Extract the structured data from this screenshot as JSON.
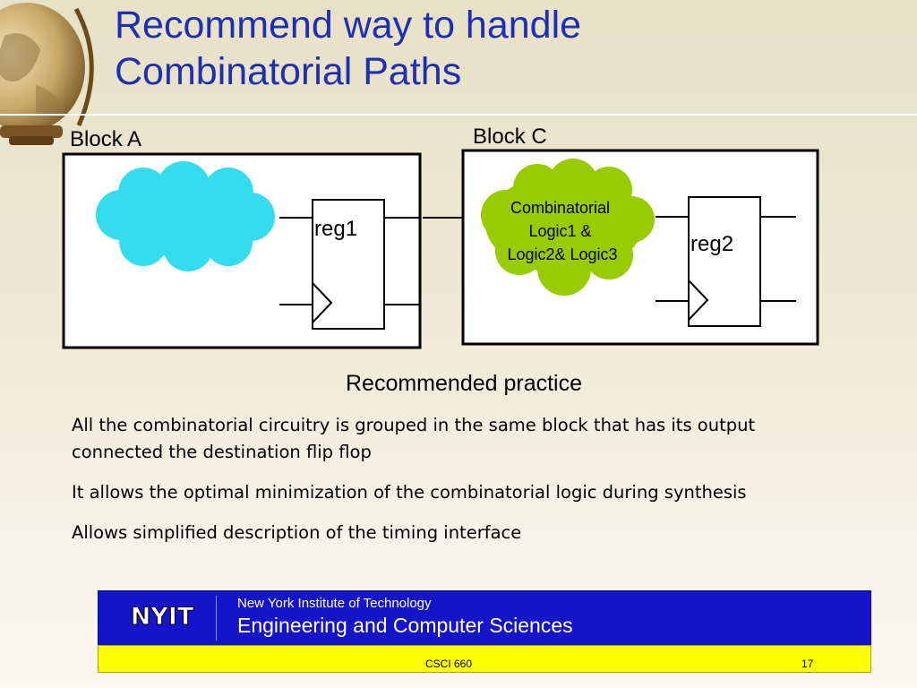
{
  "slide": {
    "title_line1": "Recommend way to handle",
    "title_line2": "Combinatorial Paths",
    "caption": "Recommended practice",
    "bullets": [
      "All the combinatorial circuitry is grouped in the same block that has its output connected the destination flip flop",
      "It allows the optimal minimization of the combinatorial logic during synthesis",
      "Allows simplified description of the timing interface"
    ]
  },
  "diagram": {
    "block_a_label": "Block A",
    "block_c_label": "Block C",
    "reg1_label": "reg1",
    "reg2_label": "reg2",
    "logic_label_lines": [
      "Combinatorial",
      "Logic1 &",
      "Logic2& Logic3"
    ]
  },
  "footer": {
    "logo_text": "NYIT",
    "institution": "New York Institute of Technology",
    "department": "Engineering and Computer Sciences",
    "course": "CSCI 660",
    "page_number": "17"
  },
  "colors": {
    "title": "#1f2fb5",
    "cloud_a": "#33ddee",
    "cloud_c": "#99cc00",
    "footer_band": "#1414c8",
    "footer_bar": "#ffff00"
  },
  "icons": [
    "globe-icon",
    "nyit-logo-icon"
  ]
}
